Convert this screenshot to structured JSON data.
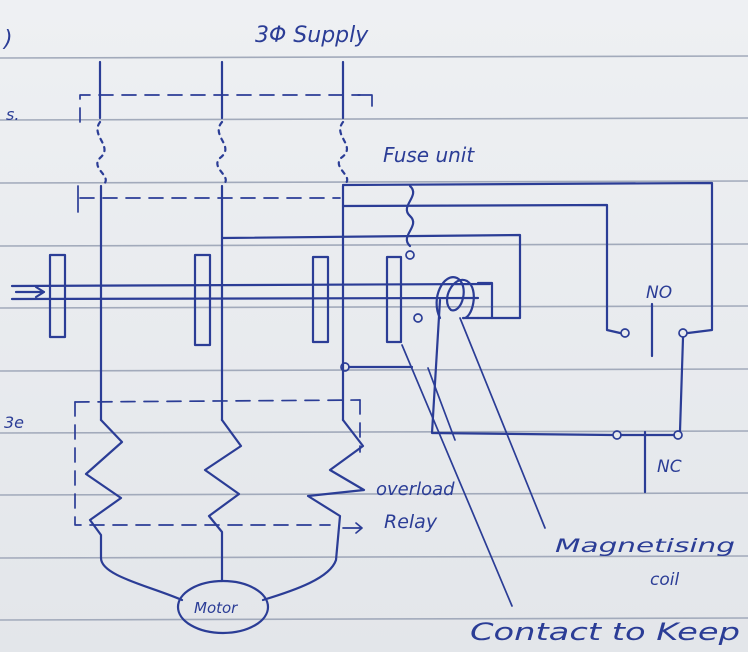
{
  "labels": {
    "supply": "3Φ Supply",
    "fuse_unit": "Fuse unit",
    "no_contact": "NO",
    "nc_contact": "NC",
    "overload_line1": "overload",
    "overload_line2": "Relay",
    "coil_line1": "Magnetising",
    "coil_line2": "coil",
    "motor": "Motor",
    "contact_note": "Contact to Keep"
  },
  "margin_notes": {
    "top": ")",
    "upper": "s.",
    "middle": "3e"
  },
  "colors": {
    "ink": "#2b3d96",
    "paper": "#eceef1",
    "ruled_line": "#a2aabb"
  }
}
